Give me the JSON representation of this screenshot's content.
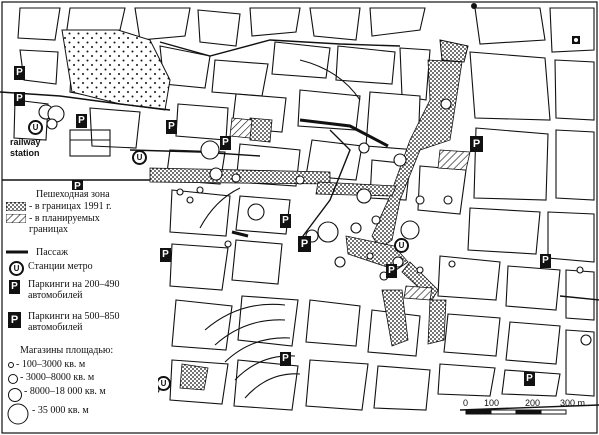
{
  "map": {
    "labels": {
      "railway_1": "railway",
      "railway_2": "station"
    },
    "parking_symbol": "P",
    "metro_symbol": "U"
  },
  "legend": {
    "pedestrian_title": "Пешеходная зона",
    "pedestrian_1991": "- в границах 1991 г.",
    "pedestrian_planned": "- в планируемых\nграницах",
    "passage": "Пассаж",
    "metro": "Станции метро",
    "parking_small": "Паркинги на 200–490\nавтомобилей",
    "parking_large": "Паркинги на 500–850\nавтомобилей",
    "shops_title": "Магазины площадью:",
    "shops": [
      "- 100–3000 кв. м",
      "- 3000–8000 кв. м",
      "- 8000–18 000 кв. м",
      "- 35 000 кв. м"
    ]
  },
  "scale": {
    "ticks": [
      "0",
      "100",
      "200",
      "300 m"
    ]
  },
  "colors": {
    "ink": "#111111",
    "paper": "#ffffff"
  }
}
